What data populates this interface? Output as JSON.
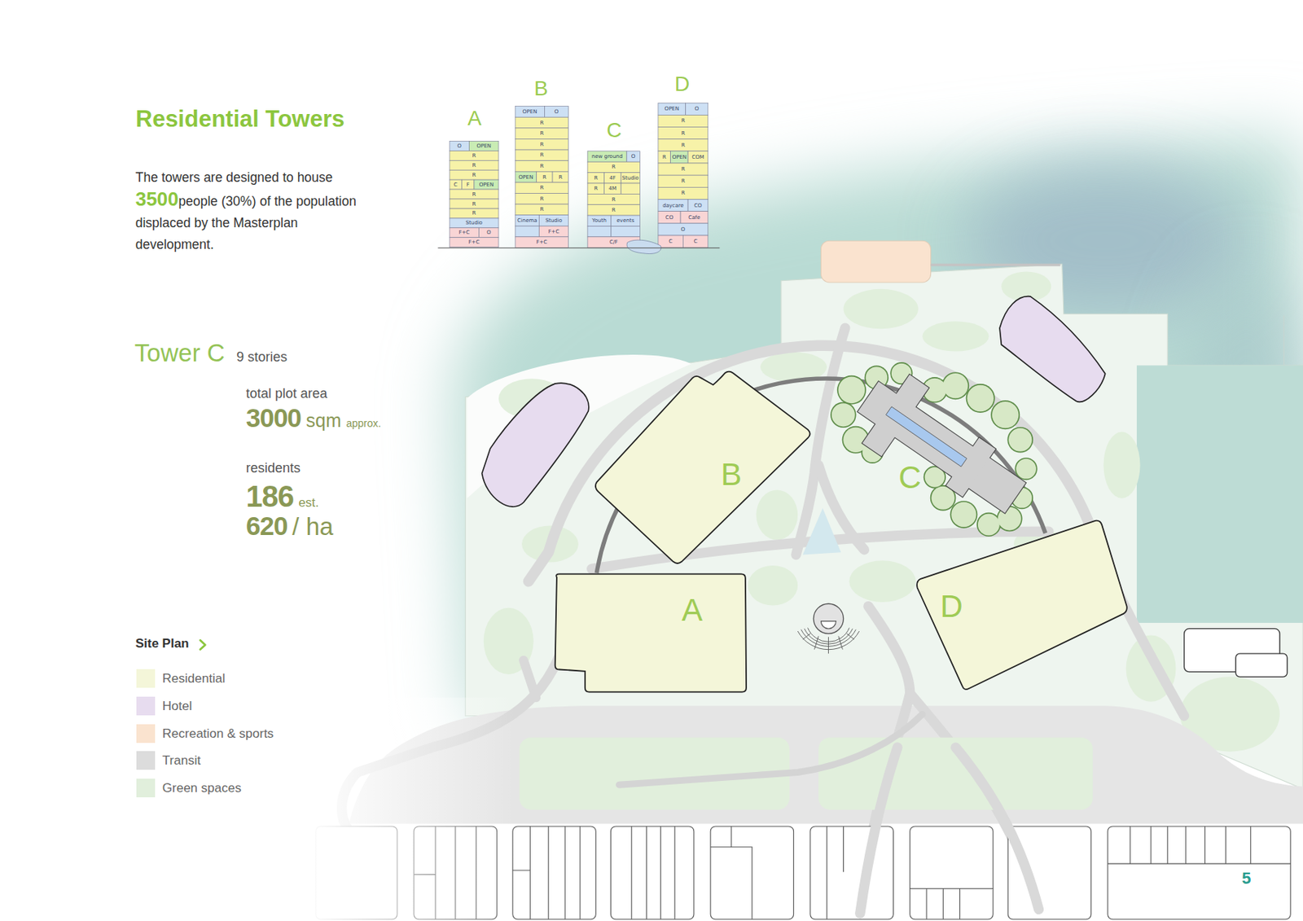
{
  "diagram": {
    "title": "Residential Towers",
    "nodes": [
      {
        "text": [
          "A"
        ]
      },
      {
        "text": [
          "B"
        ]
      },
      {
        "text": [
          "C"
        ]
      },
      {
        "text": [
          "D"
        ]
      }
    ],
    "labels": [
      "The towers are designed to house",
      "3500",
      "people (30%) of the population displaced by the Masterplan development.",
      "Tower C",
      "9 stories",
      "total plot area",
      "3000",
      "sqm",
      "approx.",
      "residents",
      "186",
      "est.",
      "620",
      "/ ha",
      "Site Plan",
      "A",
      "B",
      "C",
      "D",
      "5",
      "O",
      "OPEN",
      "R",
      "R",
      "R",
      "C",
      "F",
      "OPEN",
      "R",
      "R",
      "R",
      "Studio",
      "F+C",
      "O",
      "F+C",
      "OPEN",
      "O",
      "R",
      "R",
      "R",
      "R",
      "R",
      "OPEN",
      "R",
      "R",
      "R",
      "R",
      "R",
      "Cinema",
      "Studio",
      "F+C",
      "F+C",
      "new ground",
      "O",
      "R",
      "R",
      "4F",
      "Studio",
      "R",
      "4M",
      "R",
      "R",
      "Youth",
      "events",
      "C/F",
      "OPEN",
      "O",
      "R",
      "R",
      "R",
      "R",
      "OPEN",
      "COM",
      "R",
      "R",
      "R",
      "daycare",
      "CO",
      "CO",
      "Cafe",
      "O",
      "C",
      "C"
    ],
    "legend": [
      {
        "text": "Residential",
        "color": "#f4f6d9"
      },
      {
        "text": "Hotel",
        "color": "#e7dcef"
      },
      {
        "text": "Recreation & sports",
        "color": "#fae3cf"
      },
      {
        "text": "Transit",
        "color": "#dcdcdc"
      },
      {
        "text": "Green spaces",
        "color": "#e1efdc"
      }
    ]
  }
}
